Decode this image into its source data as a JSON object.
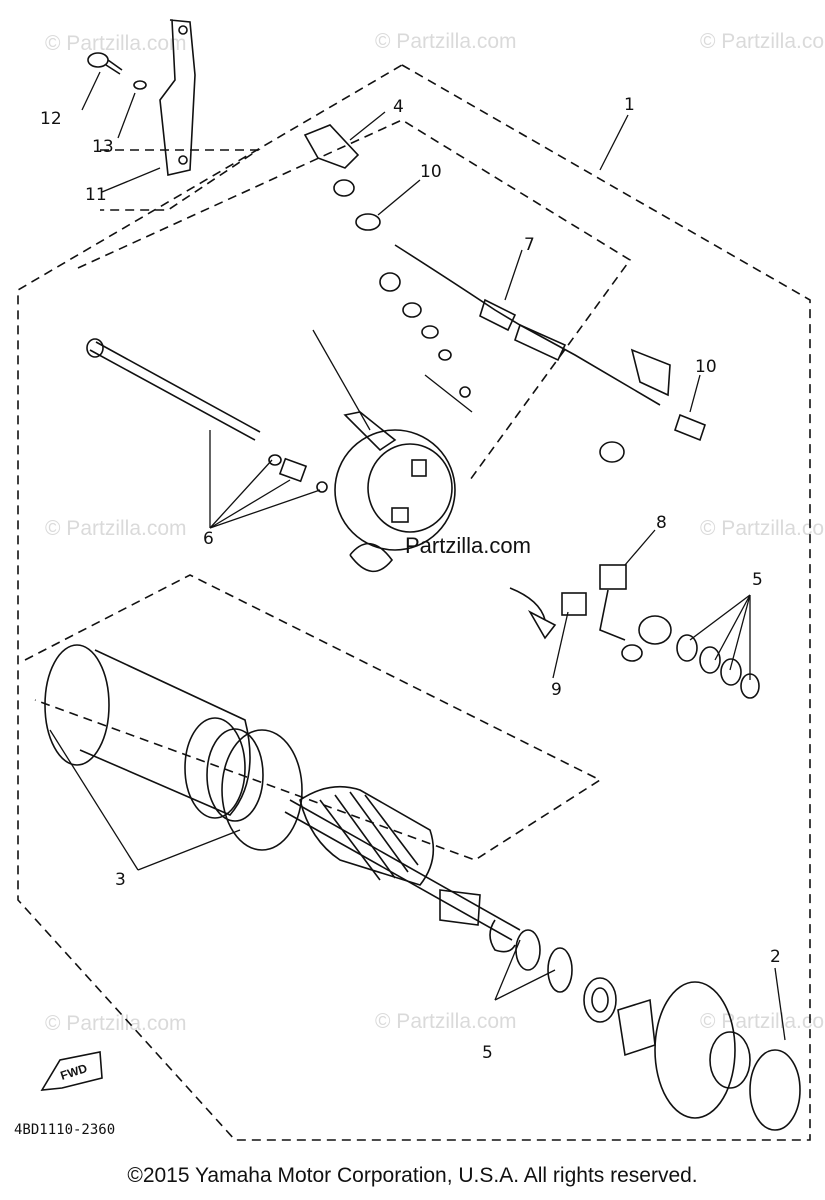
{
  "callouts": {
    "c1": "1",
    "c2": "2",
    "c3": "3",
    "c4": "4",
    "c5a": "5",
    "c5b": "5",
    "c6": "6",
    "c7": "7",
    "c8": "8",
    "c9": "9",
    "c10a": "10",
    "c10b": "10",
    "c11": "11",
    "c12": "12",
    "c13": "13"
  },
  "watermark": {
    "text": "© Partzilla.com",
    "center_text": "Partzilla.com"
  },
  "fwd_label": "FWD",
  "diagram_ref": "4BD1110-2360",
  "copyright": "©2015  Yamaha Motor Corporation, U.S.A. All rights reserved."
}
